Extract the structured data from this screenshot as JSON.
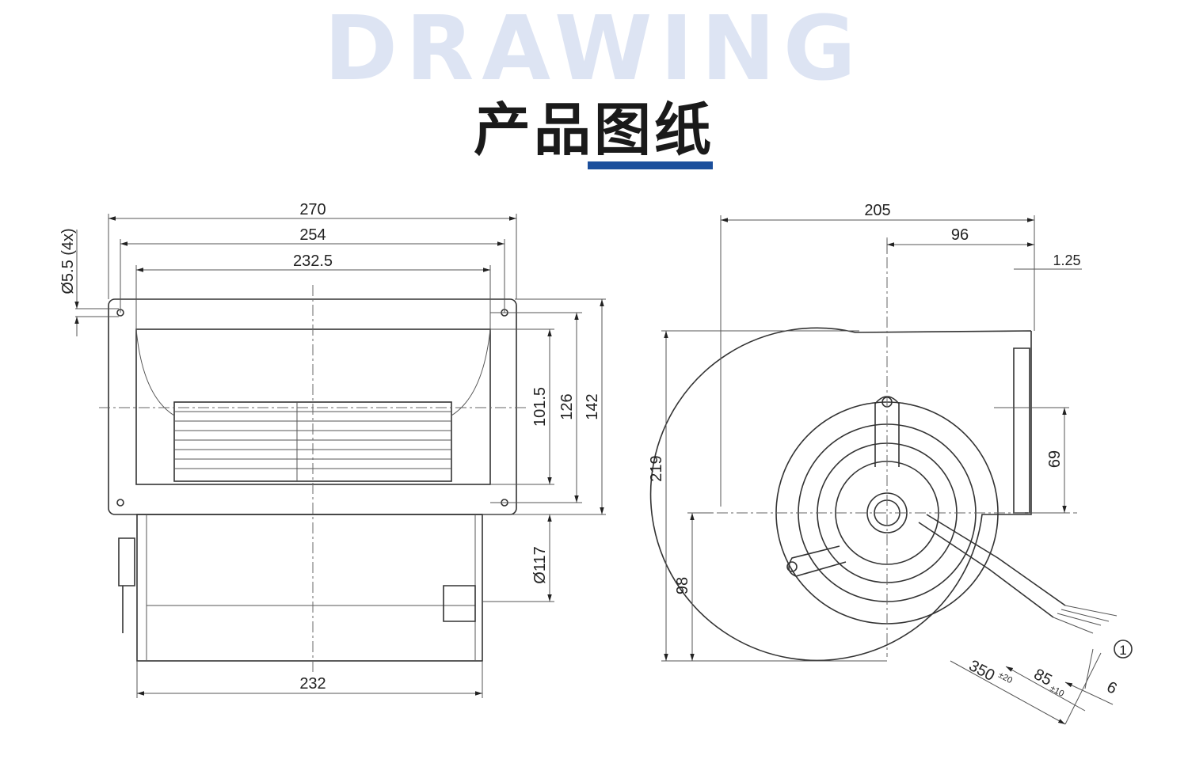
{
  "header": {
    "watermark": "DRAWING",
    "title": "产品图纸",
    "accent_color": "#1b4f9c"
  },
  "front_view": {
    "dims": {
      "overall_width": "270",
      "hole_spacing": "254",
      "outlet_width": "232.5",
      "hole_dia": "Ø5.5 (4x)",
      "outlet_height": "101.5",
      "inner_height": "126",
      "flange_height": "142",
      "motor_dia": "Ø117",
      "housing_width": "232"
    }
  },
  "side_view": {
    "dims": {
      "depth": "205",
      "hub_offset": "96",
      "flange_thickness": "1.25",
      "height": "219",
      "axis_height": "98",
      "outlet_offset": "69",
      "cable_length": "350",
      "cable_length_tol": "±20",
      "strip_length": "85",
      "strip_length_tol": "±10",
      "wire_strip": "6",
      "callout": "1"
    }
  }
}
